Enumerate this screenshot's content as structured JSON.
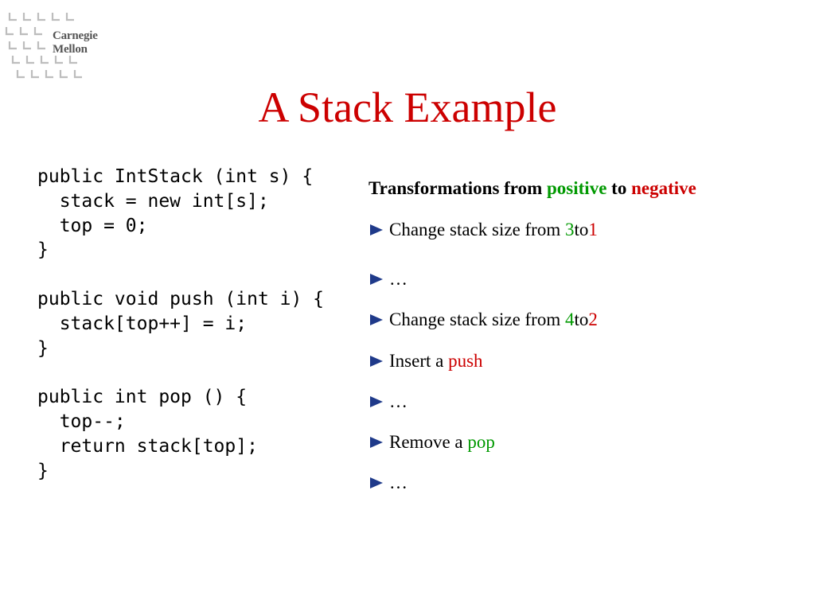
{
  "logo": {
    "line1": "Carnegie",
    "line2": "Mellon"
  },
  "slide": {
    "title": "A Stack Example"
  },
  "code": {
    "lines": [
      "public IntStack (int s) {",
      "  stack = new int[s];",
      "  top = 0;",
      "}",
      "",
      "public void push (int i) {",
      "  stack[top++] = i;",
      "}",
      "",
      "public int pop () {",
      "  top--;",
      "  return stack[top];",
      "}"
    ]
  },
  "panel": {
    "heading": {
      "prefix": "Transformations from ",
      "positive": "positive",
      "middle": " to ",
      "negative": "negative"
    },
    "bullets": [
      {
        "text": "Change stack size from ",
        "a": "3",
        "mid": " to ",
        "b": "1"
      },
      {
        "text": "…"
      },
      {
        "text": "Change stack size from ",
        "a": "4",
        "mid": " to ",
        "b": "2"
      },
      {
        "text": "Insert a ",
        "keyword": "push"
      },
      {
        "text": "…"
      },
      {
        "text": "Remove a ",
        "keyword": "pop"
      },
      {
        "text": "…"
      }
    ]
  },
  "colors": {
    "title": "#cc0000",
    "positive": "#009900",
    "negative": "#cc0000",
    "bullet": "#1f3a8a"
  },
  "icons": {
    "bullet": "triangle-bullet-icon"
  }
}
